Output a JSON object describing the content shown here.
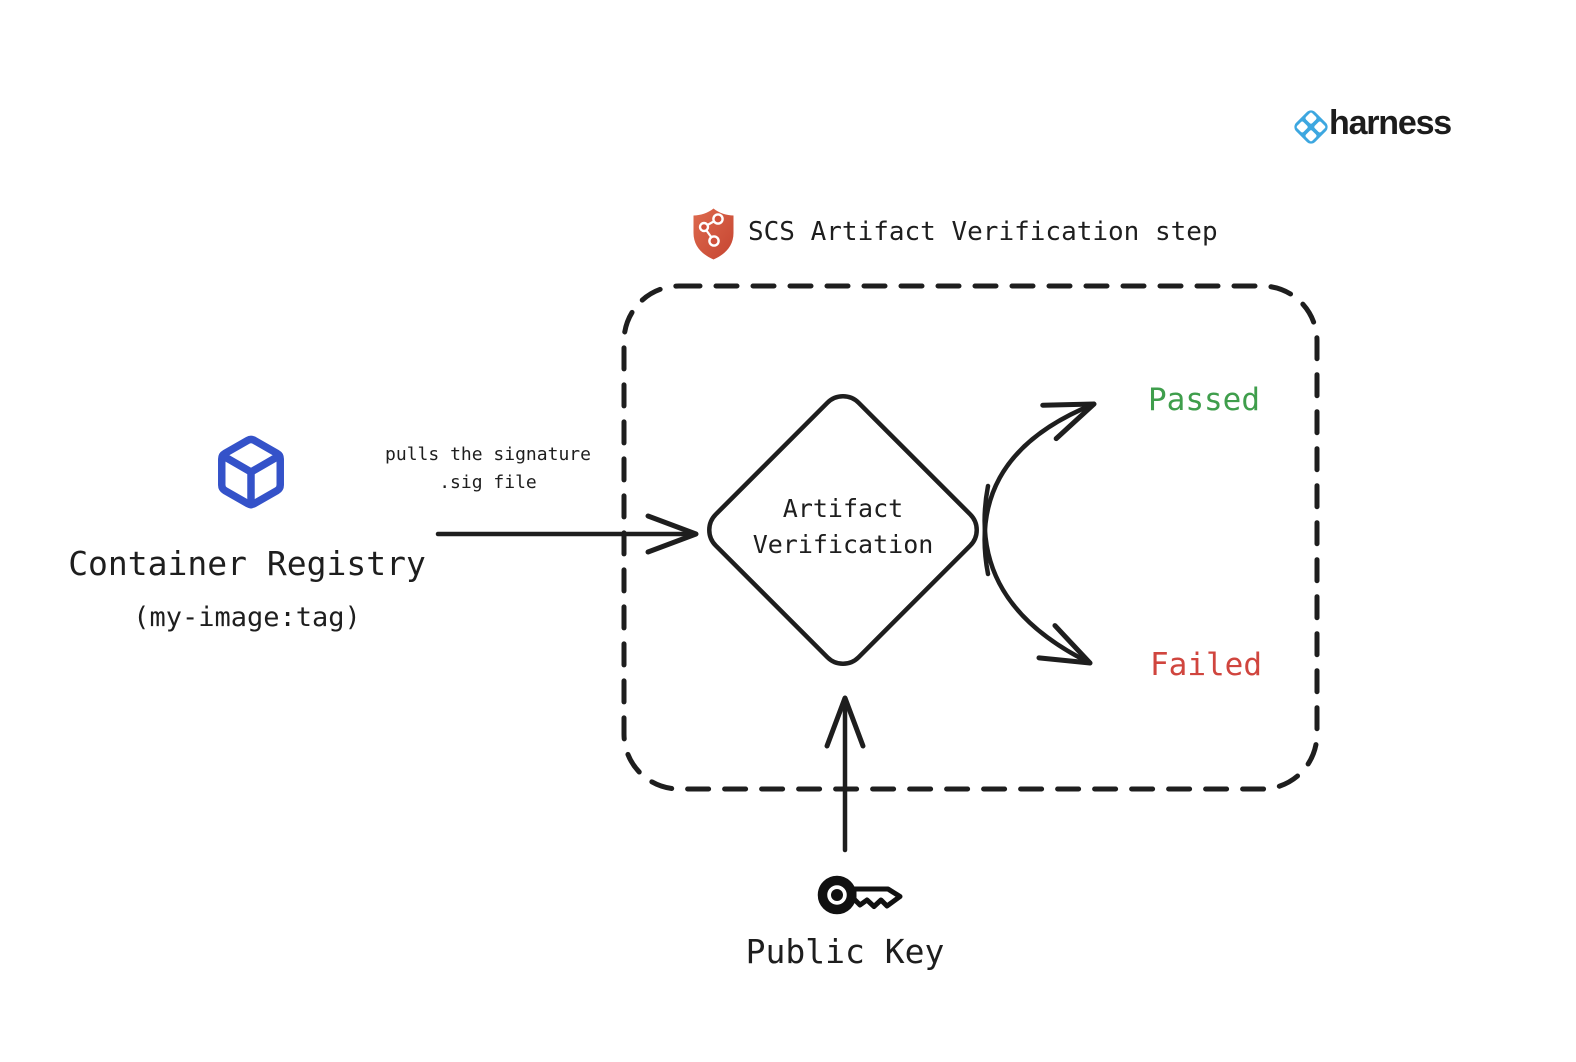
{
  "brand": {
    "wordmark": "harness",
    "icon": "harness-diamond-icon",
    "icon_color": "#3da7e0",
    "wordmark_color": "#1c1c1c"
  },
  "header": {
    "icon": "supply-chain-shield-icon",
    "icon_color": "#d0503a",
    "title": "SCS Artifact Verification step"
  },
  "container_registry": {
    "icon": "cube-icon",
    "icon_color": "#3452c9",
    "title": "Container Registry",
    "subtitle": "(my-image:tag)"
  },
  "verification_step": {
    "label": "Artifact\nVerification"
  },
  "public_key": {
    "icon": "key-icon",
    "label": "Public Key"
  },
  "edges": {
    "pull_label": "pulls the signature\n.sig file",
    "passed_label": "Passed",
    "passed_color": "#3f9e4c",
    "failed_label": "Failed",
    "failed_color": "#d0453e"
  },
  "stroke_color": "#1e1e1e",
  "background_color": "#ffffff"
}
